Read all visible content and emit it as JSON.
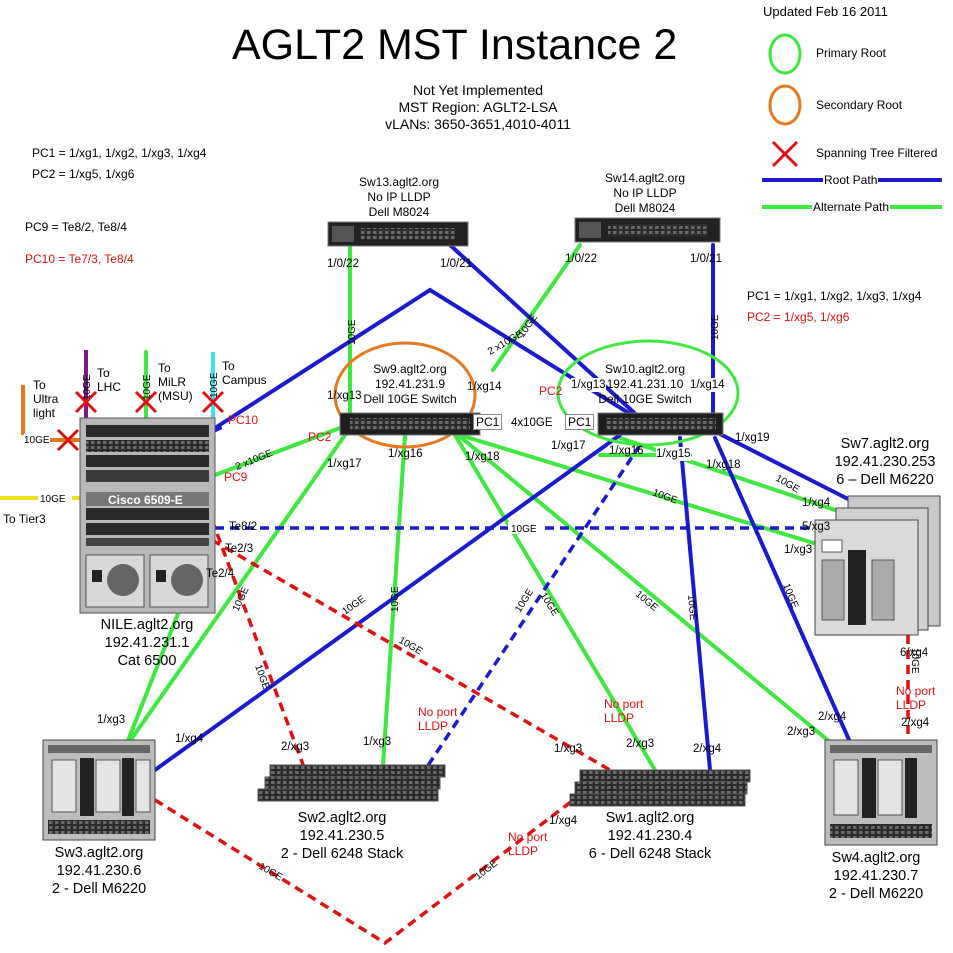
{
  "title": "AGLT2 MST Instance 2",
  "updated": "Updated Feb 16 2011",
  "info": {
    "line1": "Not Yet Implemented",
    "line2": "MST Region: AGLT2-LSA",
    "line3": "vLANs: 3650-3651,4010-4011"
  },
  "legend": {
    "primary_root": "Primary Root",
    "secondary_root": "Secondary Root",
    "filtered": "Spanning Tree Filtered",
    "root_path": "Root Path",
    "alternate_path": "Alternate Path",
    "colors": {
      "root": "#1a1ad0",
      "alternate": "#3ee83e",
      "secondary": "#e8781e",
      "filtered": "#e01010"
    }
  },
  "pc_notes_left": {
    "pc1": "PC1 = 1/xg1, 1/xg2, 1/xg3, 1/xg4",
    "pc2": "PC2 = 1/xg5, 1/xg6",
    "pc9": "PC9 = Te8/2, Te8/4",
    "pc10": "PC10 = Te7/3, Te8/4"
  },
  "pc_notes_right": {
    "pc1": "PC1 = 1/xg1, 1/xg2, 1/xg3, 1/xg4",
    "pc2": "PC2 = 1/xg5, 1/xg6"
  },
  "devices": {
    "sw13": {
      "l1": "Sw13.aglt2.org",
      "l2": "No IP LLDP",
      "l3": "Dell M8024"
    },
    "sw14": {
      "l1": "Sw14.aglt2.org",
      "l2": "No IP LLDP",
      "l3": "Dell M8024"
    },
    "sw9": {
      "l1": "Sw9.aglt2.org",
      "l2": "192.41.231.9",
      "l3": "Dell 10GE Switch"
    },
    "sw10": {
      "l1": "Sw10.aglt2.org",
      "l2": "192.41.231.10",
      "l3": "Dell 10GE Switch"
    },
    "sw7": {
      "l1": "Sw7.aglt2.org",
      "l2": "192.41.230.253",
      "l3": "6 – Dell M6220"
    },
    "nile": {
      "l1": "NILE.aglt2.org",
      "l2": "192.41.231.1",
      "l3": "Cat 6500",
      "chassis": "Cisco 6509-E"
    },
    "sw3": {
      "l1": "Sw3.aglt2.org",
      "l2": "192.41.230.6",
      "l3": "2 - Dell M6220"
    },
    "sw2": {
      "l1": "Sw2.aglt2.org",
      "l2": "192.41.230.5",
      "l3": "2 - Dell 6248 Stack"
    },
    "sw1": {
      "l1": "Sw1.aglt2.org",
      "l2": "192.41.230.4",
      "l3": "6 - Dell 6248 Stack"
    },
    "sw4": {
      "l1": "Sw4.aglt2.org",
      "l2": "192.41.230.7",
      "l3": "2 - Dell M6220"
    }
  },
  "uplinks": {
    "to_lhc": "To\nLHC",
    "to_milr": "To\nMiLR\n(MSU)",
    "to_campus": "To\nCampus",
    "to_ultralight": "To\nUltra\nlight",
    "to_tier3": "To Tier3"
  },
  "port_labels": {
    "sw13_p22": "1/0/22",
    "sw13_p21": "1/0/21",
    "sw14_p22": "1/0/22",
    "sw14_p21": "1/0/21",
    "sw9_xg13": "1/xg13",
    "sw9_xg14": "1/xg14",
    "sw9_xg17": "1/xg17",
    "sw9_xg16": "1/xg16",
    "sw9_xg18": "1/xg18",
    "sw10_xg13": "1/xg13",
    "sw10_xg14": "1/xg14",
    "sw10_xg17": "1/xg17",
    "sw10_xg16": "1/xg16",
    "sw10_xg15": "1/xg15",
    "sw10_xg18": "1/xg18",
    "sw10_xg19": "1/xg19",
    "pc1_a": "PC1",
    "pc1_b": "PC1",
    "pc1_link": "4x10GE",
    "pc2_a": "PC2",
    "pc2_b": "PC2",
    "pc9": "PC9",
    "pc10": "PC10",
    "sw7_xg4": "1/xg4",
    "sw7_xg3a": "5/xg3",
    "sw7_xg3b": "1/xg3",
    "sw7_xg4b": "6/xg4",
    "nile_te82": "Te8/2",
    "nile_te23": "Te2/3",
    "nile_te24": "Te2/4",
    "sw3_xg3": "1/xg3",
    "sw3_xg4": "1/xg4",
    "sw2_xg3a": "2/xg3",
    "sw2_xg3b": "1/xg3",
    "sw1_xg3a": "1/xg3",
    "sw1_xg3b": "2/xg3",
    "sw1_xg4a": "2/xg4",
    "sw1_xg4b": "1/xg4",
    "sw4_xg4a": "2/xg4",
    "sw4_xg3": "2/xg3",
    "sw4_xg4b": "2/xg4",
    "ge10_lhc": "10GE",
    "ge10_milr": "10GE",
    "ge10_campus": "10GE",
    "ge10_ultra": "10GE",
    "ge10_tier3": "10GE"
  },
  "link_labels": {
    "ge10": "10GE",
    "x2_10ge": "2 x10GE",
    "no_port_lldp_a": "No port\nLLDP",
    "no_port_lldp_b": "No port\nLLDP",
    "no_port_lldp_c": "No port\nLLDP",
    "no_port_lldp_d": "No port\nLLDP"
  }
}
